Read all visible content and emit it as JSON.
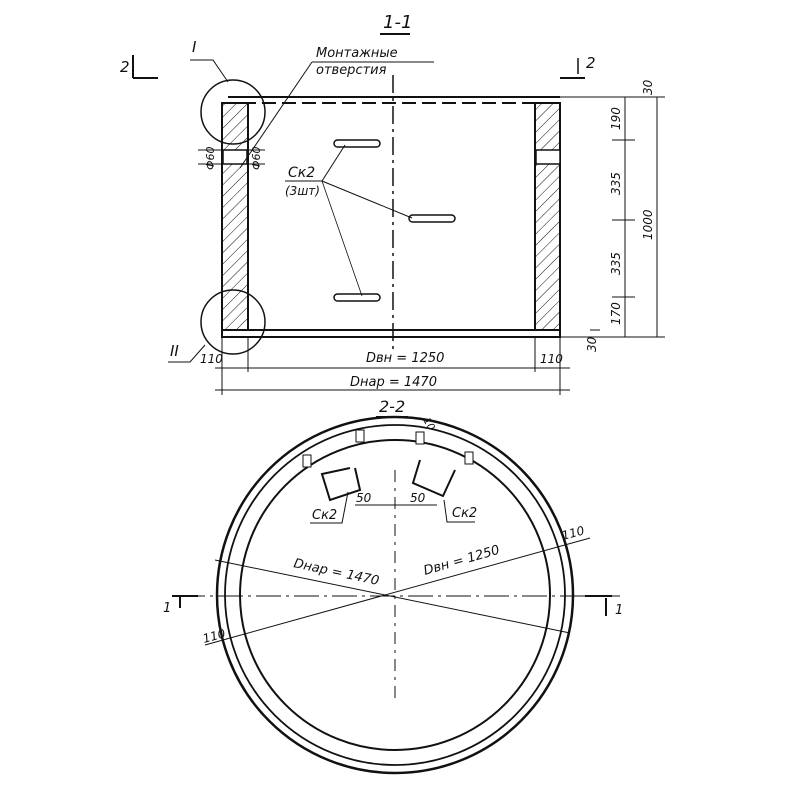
{
  "section_1": {
    "title": "1-1",
    "cut_mark_left": "2",
    "cut_mark_right": "2",
    "callout_I": "I",
    "callout_II": "II",
    "note_line1": "Монтажные",
    "note_line2": "отверстия",
    "hole_dim_left": "Ф60",
    "hole_dim_right": "Ф60",
    "step_label": "Ск2",
    "step_count": "(3шт)",
    "dims_right": [
      "30",
      "190",
      "335",
      "335",
      "170",
      "30"
    ],
    "total_height": "1000",
    "wall_left": "110",
    "wall_right": "110",
    "inner_diameter": "Dвн = 1250",
    "outer_diameter": "Dнар = 1470"
  },
  "section_2": {
    "title": "2-2",
    "cut_mark_left": "1",
    "cut_mark_right": "1",
    "top_dim": "10",
    "step_left": "Ск2",
    "step_right": "Ск2",
    "offset_left": "50",
    "offset_right": "50",
    "outer_diameter": "Dнар = 1470",
    "inner_diameter": "Dвн = 1250",
    "wall_right": "110",
    "wall_left": "110"
  }
}
